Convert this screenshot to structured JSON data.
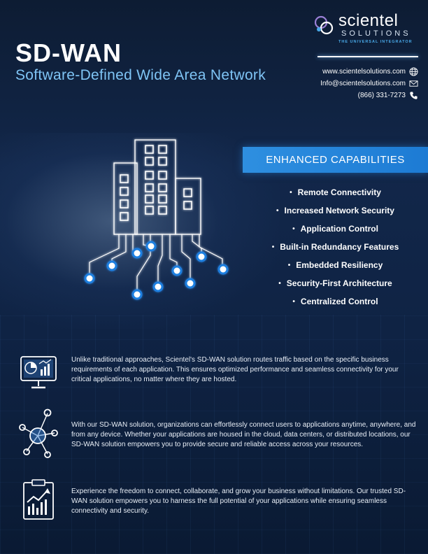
{
  "header": {
    "title": "SD-WAN",
    "subtitle": "Software-Defined Wide Area Network"
  },
  "logo": {
    "name": "scientel",
    "solutions": "SOLUTIONS",
    "tagline": "THE UNIVERSAL INTEGRATOR"
  },
  "contact": [
    {
      "text": "www.scientelsolutions.com",
      "icon": "globe-icon"
    },
    {
      "text": "Info@scientelsolutions.com",
      "icon": "envelope-icon"
    },
    {
      "text": "(866) 331-7273",
      "icon": "phone-icon"
    }
  ],
  "capabilities": {
    "heading": "ENHANCED CAPABILITIES",
    "bullet": "•",
    "items": [
      "Remote Connectivity",
      "Increased Network Security",
      "Application Control",
      "Built-in Redundancy Features",
      "Embedded Resiliency",
      "Security-First Architecture",
      "Centralized Control"
    ]
  },
  "features": [
    {
      "icon": "monitor-analytics-icon",
      "text": "Unlike traditional approaches, Scientel's SD-WAN solution routes traffic based on the specific business requirements of each application. This ensures optimized performance and seamless connectivity for your critical applications, no matter where they are hosted."
    },
    {
      "icon": "network-hub-icon",
      "text": "With our SD-WAN solution, organizations can effortlessly connect users to applications anytime, anywhere, and from any device. Whether your applications are housed in the cloud, data centers, or distributed locations, our SD-WAN solution empowers you to provide secure and reliable access across your resources."
    },
    {
      "icon": "growth-clipboard-icon",
      "text": "Experience the freedom to connect, collaborate, and grow your business without limitations. Our trusted SD-WAN solution empowers you to harness the full potential of your applications while ensuring seamless connectivity and security."
    }
  ],
  "colors": {
    "background": "#12274a",
    "accent_blue": "#1d7bd4",
    "subtitle_blue": "#7fc4f5",
    "node_blue": "#1e7fe0"
  }
}
